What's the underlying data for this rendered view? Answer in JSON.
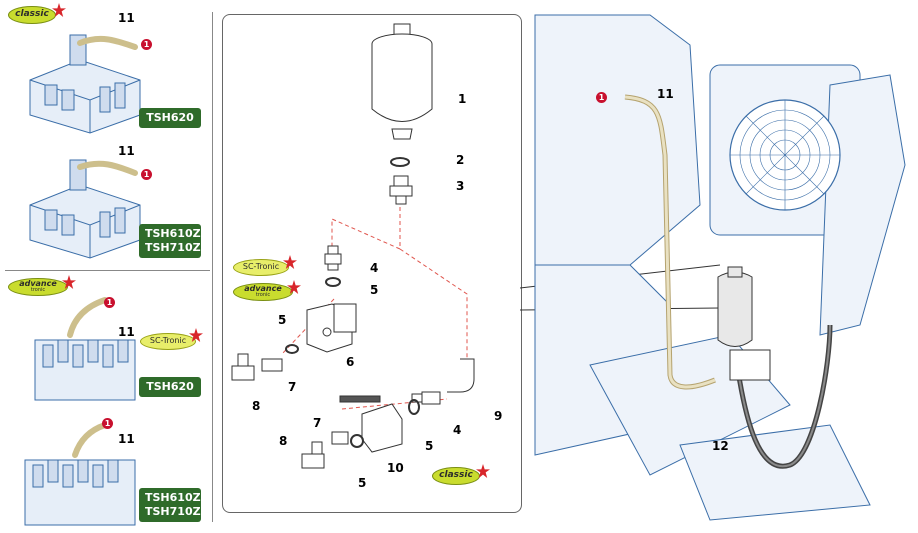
{
  "left_panel": {
    "variants": [
      {
        "logo": "classic",
        "hose_label": "11",
        "marker": "1",
        "badges": [
          "TSH620"
        ]
      },
      {
        "hose_label": "11",
        "marker": "1",
        "badges": [
          "TSH610Z",
          "TSH710Z"
        ]
      },
      {
        "logo": "advance-tronic",
        "hose_label": "11",
        "marker": "1",
        "extra_logo": "SC-Tronic",
        "badges": [
          "TSH620"
        ]
      },
      {
        "hose_label": "11",
        "marker": "1",
        "badges": [
          "TSH610Z",
          "TSH710Z"
        ]
      }
    ]
  },
  "logos": {
    "classic_text": "classic",
    "advance_text": "advance",
    "advance_sub": "tronic",
    "sc_tronic_text": "SC-Tronic"
  },
  "parts": {
    "p1": "1",
    "p2": "2",
    "p3": "3",
    "p4": "4",
    "p5": "5",
    "p6": "6",
    "p7": "7",
    "p8": "8",
    "p9": "9",
    "p10": "10",
    "p11": "11",
    "p12": "12"
  },
  "center_labels": [
    {
      "key": "1"
    },
    {
      "key": "2"
    },
    {
      "key": "3"
    },
    {
      "key": "4"
    },
    {
      "key": "5"
    }
  ],
  "colors": {
    "badge_green": "#2f6b2a",
    "logo_green": "#c9dc2e",
    "marker_red": "#c8102e",
    "line_blue": "#3b6ea8"
  }
}
